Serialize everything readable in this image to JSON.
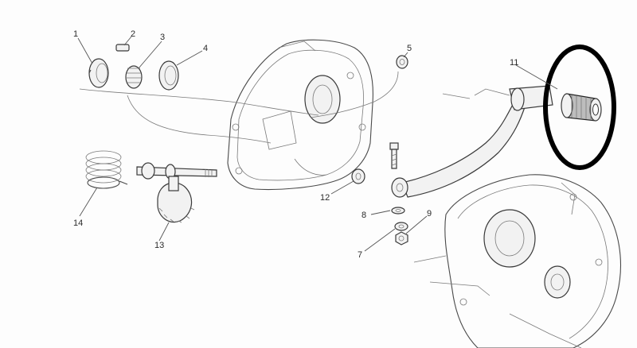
{
  "diagram": {
    "callouts": [
      {
        "id": "1",
        "text": "1"
      },
      {
        "id": "2",
        "text": "2"
      },
      {
        "id": "3",
        "text": "3"
      },
      {
        "id": "4",
        "text": "4"
      },
      {
        "id": "5",
        "text": "5"
      },
      {
        "id": "7",
        "text": "7"
      },
      {
        "id": "8",
        "text": "8"
      },
      {
        "id": "9",
        "text": "9"
      },
      {
        "id": "11",
        "text": "11"
      },
      {
        "id": "12",
        "text": "12"
      },
      {
        "id": "13",
        "text": "13"
      },
      {
        "id": "14",
        "text": "14"
      }
    ],
    "highlight_color": "#000000",
    "line_color": "#4a4a4a"
  }
}
